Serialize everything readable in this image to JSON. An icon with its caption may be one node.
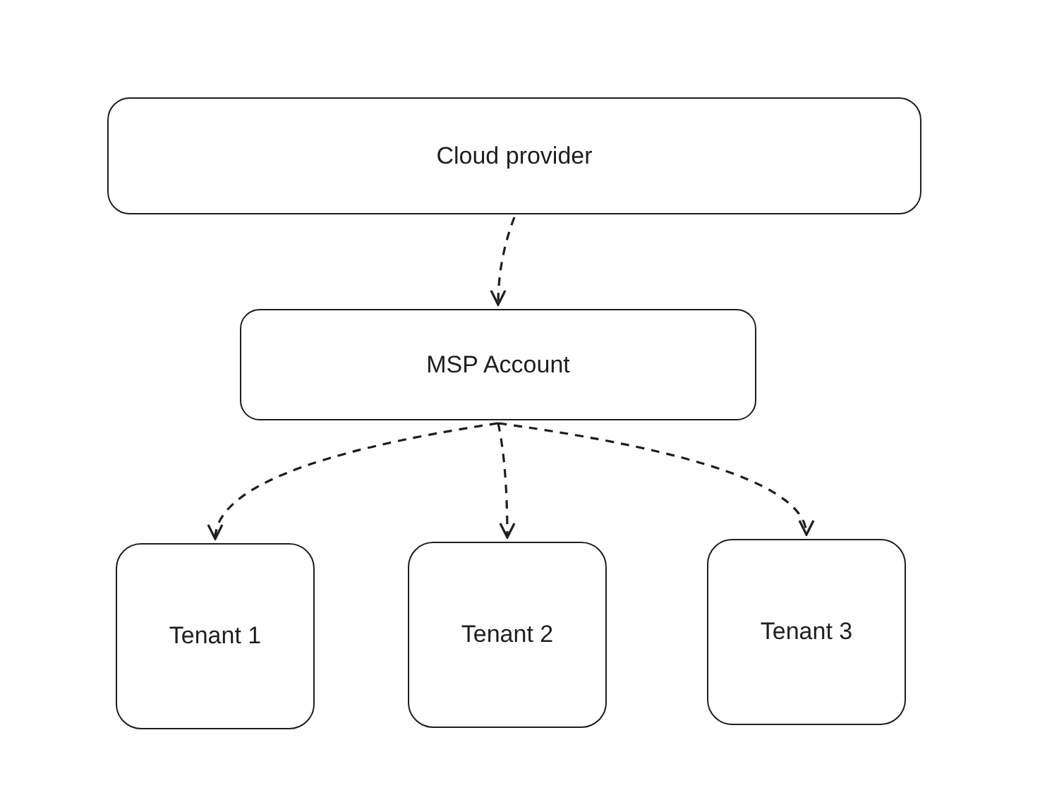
{
  "diagram": {
    "nodes": [
      {
        "text": [
          "Cloud provider"
        ]
      },
      {
        "text": [
          "MSP Account"
        ]
      },
      {
        "text": [
          "Tenant 1"
        ]
      },
      {
        "text": [
          "Tenant 2"
        ]
      },
      {
        "text": [
          "Tenant 3"
        ]
      }
    ],
    "edges": [
      {
        "from": 0,
        "to": 1,
        "arrow": "to",
        "style": "dashed"
      },
      {
        "from": 1,
        "to": 2,
        "arrow": "to",
        "style": "dashed"
      },
      {
        "from": 1,
        "to": 3,
        "arrow": "to",
        "style": "dashed"
      },
      {
        "from": 1,
        "to": 4,
        "arrow": "to",
        "style": "dashed"
      }
    ]
  }
}
